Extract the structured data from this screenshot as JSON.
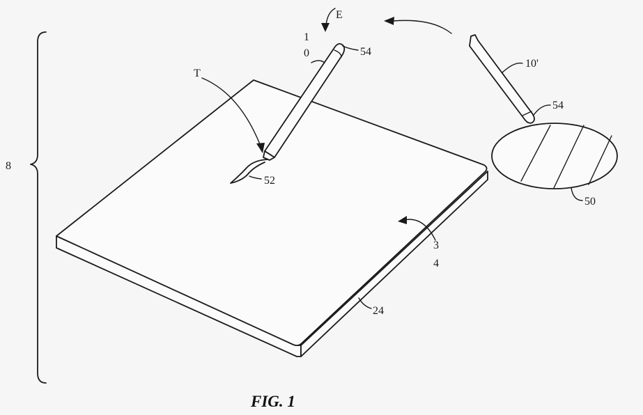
{
  "figure": {
    "caption": "FIG. 1",
    "labels": {
      "system": "8",
      "stylus_1": "1",
      "stylus_0": "0",
      "direction": "E",
      "stylus_alt": "10'",
      "stylus_end_top": "54",
      "stylus_end_right": "54",
      "tip_mark": "T",
      "tip": "52",
      "pattern": "50",
      "surface_3": "3",
      "surface_4": "4",
      "edge": "24"
    }
  }
}
